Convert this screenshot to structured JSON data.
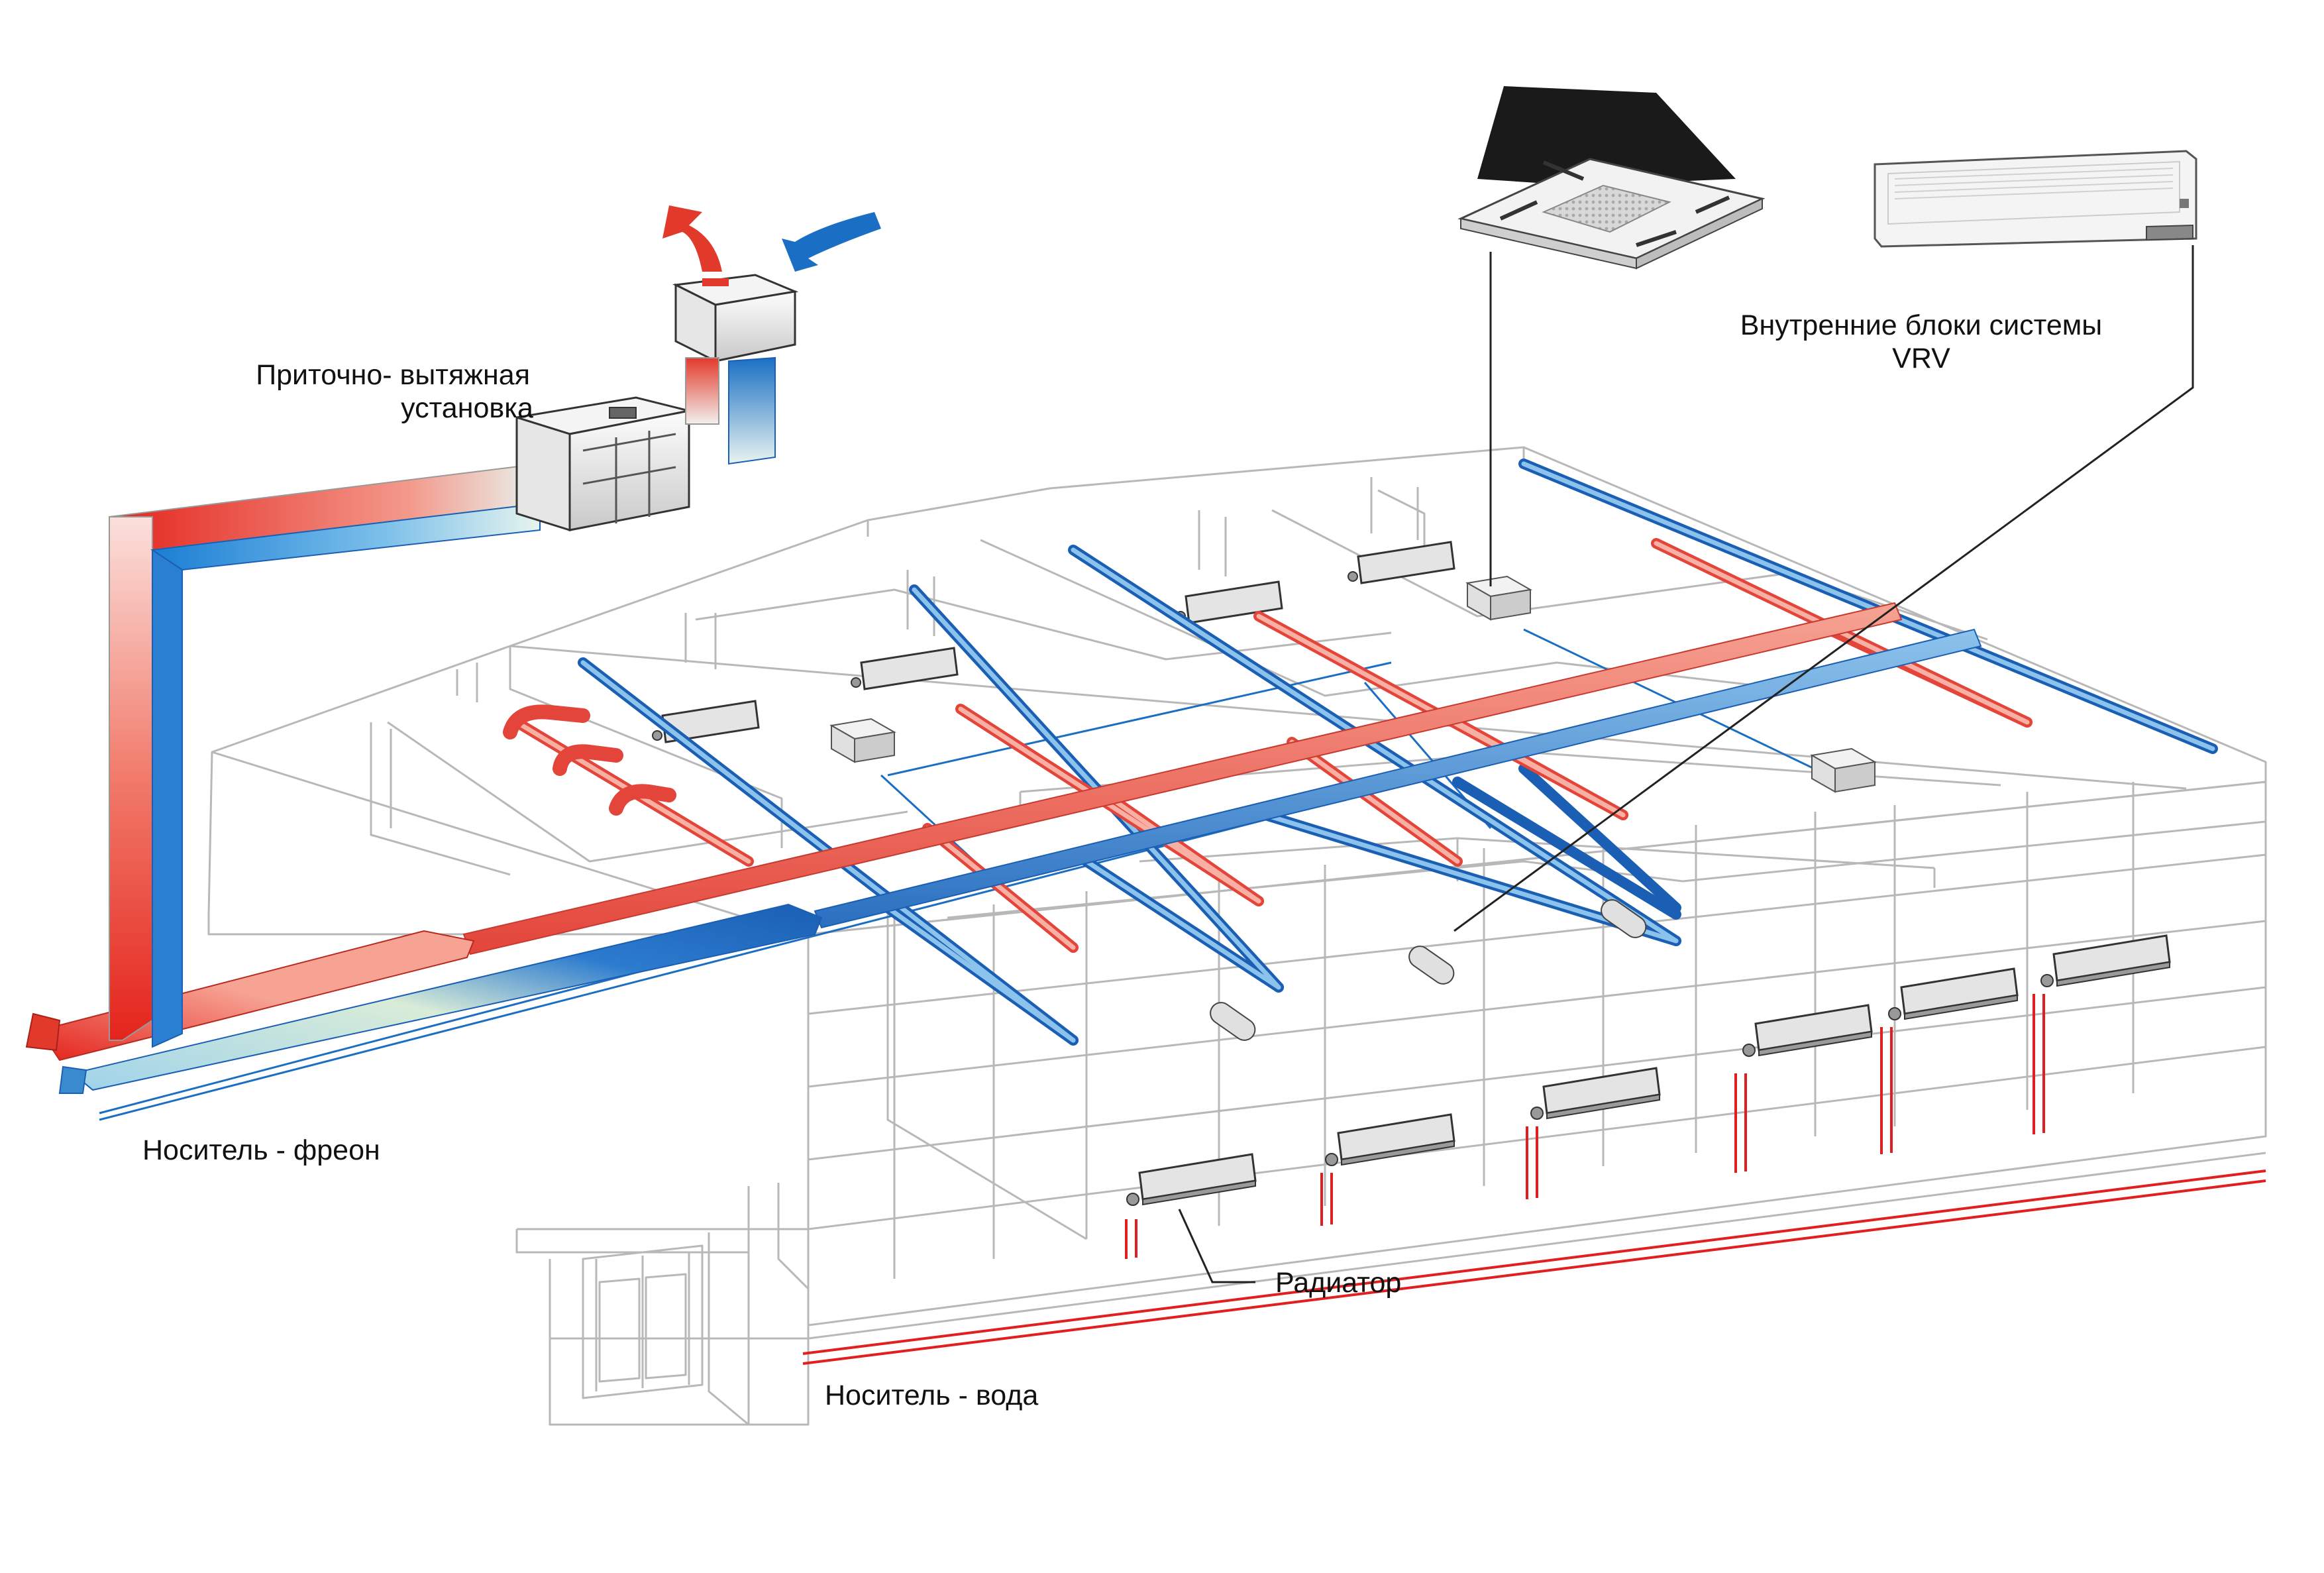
{
  "labels": {
    "ahu_line1": "Приточно- вытяжная",
    "ahu_line2": "установка",
    "vrv_line1": "Внутренние блоки системы",
    "vrv_line2": "VRV",
    "freon": "Носитель - фреон",
    "radiator": "Радиатор",
    "water": "Носитель - вода"
  },
  "colors": {
    "supply_red": "#e8342a",
    "return_blue": "#1a6fc4",
    "pipe_red": "#f07a6a",
    "pipe_blue": "#3f8fd6",
    "outline": "#b8b8b8",
    "water_line": "#e02020"
  }
}
